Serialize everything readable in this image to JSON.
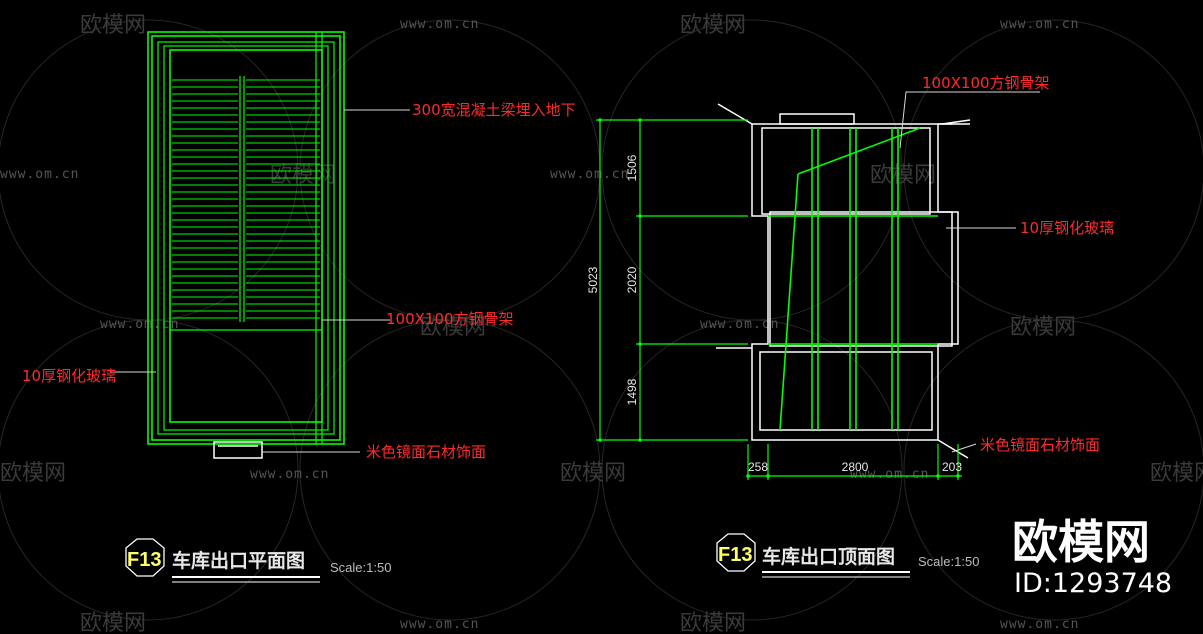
{
  "watermark": {
    "brand": "欧模网",
    "site": "www.om.cn"
  },
  "plan": {
    "labels": {
      "beam": "300宽混凝土梁埋入地下",
      "frame": "100X100方钢骨架",
      "glass": "10厚钢化玻璃",
      "stone": "米色镜面石材饰面"
    },
    "title": {
      "code": "F13",
      "text": "车库出口平面图",
      "scale": "Scale:1:50"
    }
  },
  "top_view": {
    "labels": {
      "frame": "100X100方钢骨架",
      "glass": "10厚钢化玻璃",
      "stone": "米色镜面石材饰面"
    },
    "dims": {
      "total": "5023",
      "d1": "1506",
      "d2": "2020",
      "d3": "1498",
      "w1": "258",
      "w2": "2800",
      "w3": "203"
    },
    "title": {
      "code": "F13",
      "text": "车库出口顶面图",
      "scale": "Scale:1:50"
    }
  },
  "corner_brand": {
    "name": "欧模网",
    "id": "ID:1293748"
  },
  "colors": {
    "background": "#000000",
    "lines": "#00ff00",
    "labels": "#ff2a2a",
    "dims": "#ffffff"
  }
}
